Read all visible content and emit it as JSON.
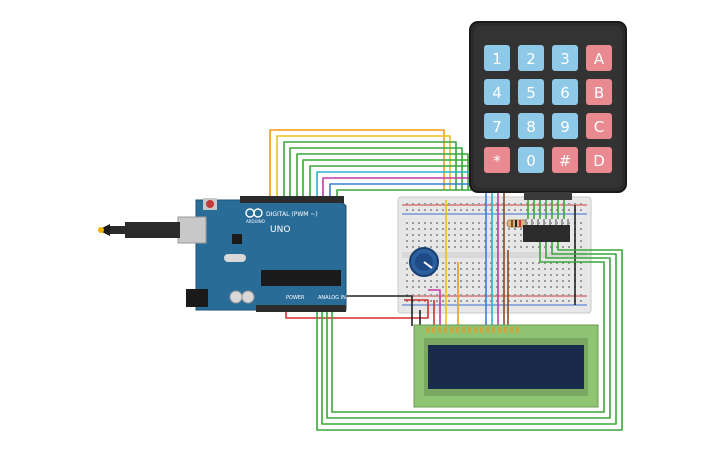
{
  "keypad": {
    "keys": [
      {
        "label": "1",
        "color": "#8ec9e8"
      },
      {
        "label": "2",
        "color": "#8ec9e8"
      },
      {
        "label": "3",
        "color": "#8ec9e8"
      },
      {
        "label": "A",
        "color": "#e88a8f"
      },
      {
        "label": "4",
        "color": "#8ec9e8"
      },
      {
        "label": "5",
        "color": "#8ec9e8"
      },
      {
        "label": "6",
        "color": "#8ec9e8"
      },
      {
        "label": "B",
        "color": "#e88a8f"
      },
      {
        "label": "7",
        "color": "#8ec9e8"
      },
      {
        "label": "8",
        "color": "#8ec9e8"
      },
      {
        "label": "9",
        "color": "#8ec9e8"
      },
      {
        "label": "C",
        "color": "#e88a8f"
      },
      {
        "label": "*",
        "color": "#e88a8f"
      },
      {
        "label": "0",
        "color": "#8ec9e8"
      },
      {
        "label": "#",
        "color": "#e88a8f"
      },
      {
        "label": "D",
        "color": "#e88a8f"
      }
    ]
  },
  "arduino": {
    "model_label": "UNO",
    "brand_label": "ARDUINO",
    "digital_label": "DIGITAL (PWM ~)",
    "power_label": "POWER",
    "analog_label": "ANALOG IN"
  },
  "colors": {
    "board": "#2a6c98",
    "keypad_body": "#2b2b2b",
    "breadboard": "#e7e7e7",
    "lcd_pcb": "#8fc473",
    "lcd_screen": "#1a2a4d",
    "wire_green": "#3aa63a",
    "wire_orange": "#f09a16",
    "wire_yellow": "#e8c21a",
    "wire_red": "#d22f2f",
    "wire_black": "#222222",
    "wire_blue": "#3a7fd0",
    "wire_magenta": "#c43aa6",
    "wire_cyan": "#26b3c9",
    "wire_brown": "#8a4b22"
  }
}
